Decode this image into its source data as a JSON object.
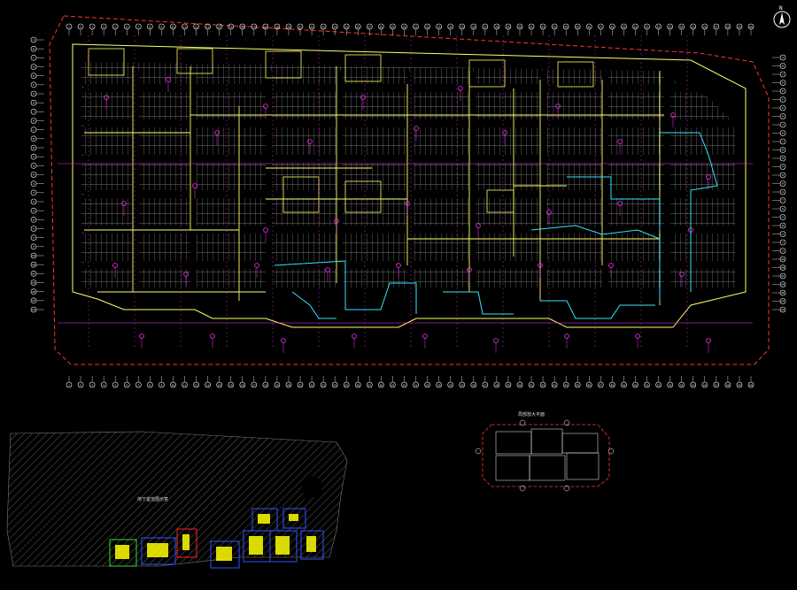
{
  "drawing": {
    "background": "#000000",
    "north_arrow_label": "N",
    "hatch_area_note": "地下室范围示意",
    "inset_plan_note": "局部放大平面",
    "colors": {
      "parking_grid": "#cfcfcf",
      "walls": "#ffff66",
      "dims": "#ff33ff",
      "cores": "#33e5ff",
      "boundary": "#ff3333",
      "axis_text": "#ffffff",
      "highlight_yellow": "#ffff00",
      "outline_blue": "#3355ff",
      "outline_green": "#33dd33",
      "outline_red": "#ff2222"
    },
    "axis_top_labels": [
      "1",
      "2",
      "3",
      "4",
      "5",
      "6",
      "7",
      "8",
      "9",
      "10",
      "11",
      "12",
      "13",
      "14",
      "15",
      "16",
      "17",
      "18",
      "19",
      "20",
      "21",
      "22",
      "23",
      "24",
      "25",
      "26",
      "27",
      "28",
      "29",
      "30",
      "31",
      "32",
      "33",
      "34",
      "35",
      "36",
      "37",
      "38",
      "39",
      "40",
      "41",
      "42",
      "43",
      "44",
      "45",
      "46",
      "47",
      "48",
      "49",
      "50",
      "51",
      "52",
      "53",
      "54",
      "55",
      "56",
      "57",
      "58",
      "59",
      "60"
    ],
    "axis_left_labels": [
      "A",
      "B",
      "C",
      "D",
      "E",
      "F",
      "G",
      "H",
      "J",
      "K",
      "L",
      "M",
      "N",
      "P",
      "Q",
      "R",
      "S",
      "T",
      "U",
      "V",
      "W",
      "X",
      "Y",
      "Z",
      "AA",
      "AB",
      "AC",
      "AD",
      "AE",
      "AF",
      "AG"
    ],
    "icons": [
      "north-arrow-icon"
    ]
  }
}
